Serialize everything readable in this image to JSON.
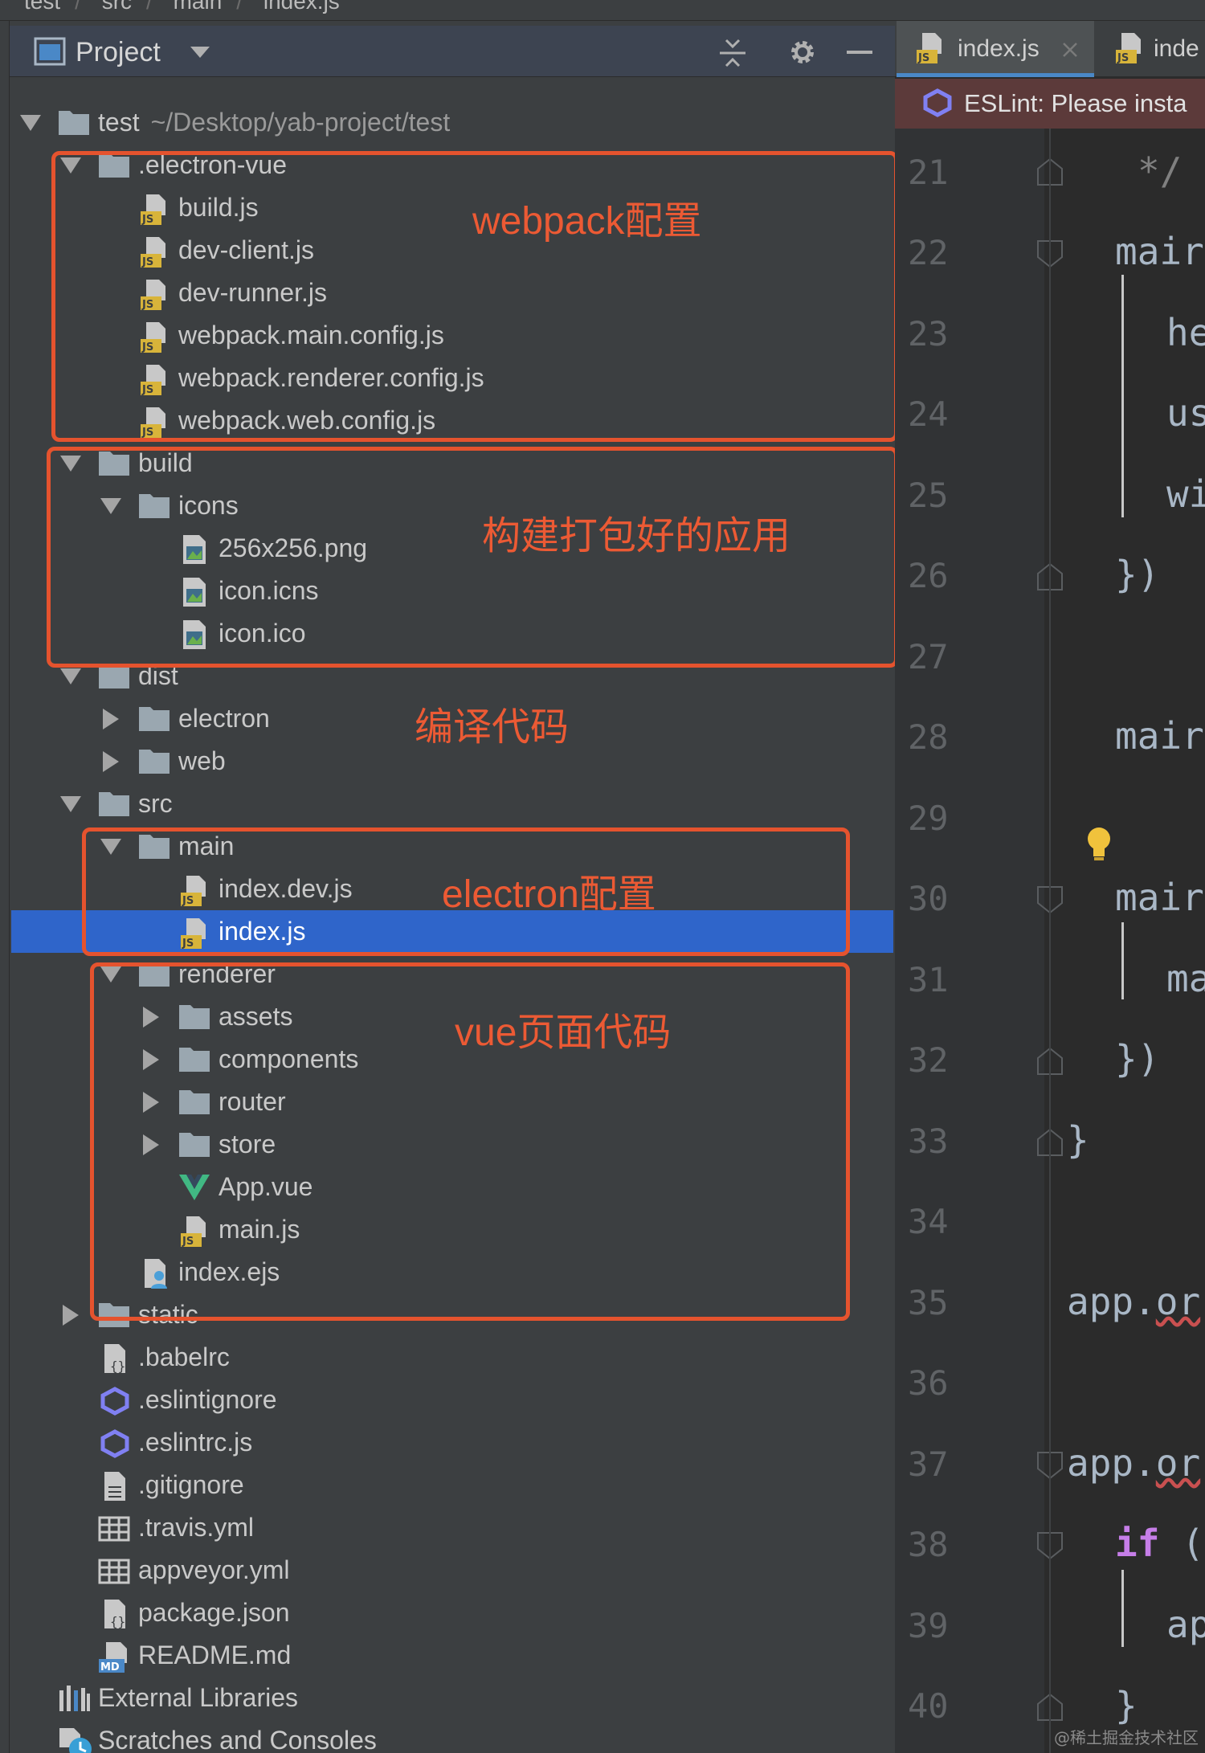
{
  "breadcrumbs": [
    "test",
    "src",
    "main",
    "index.js"
  ],
  "project_panel": {
    "title": "Project"
  },
  "tree": {
    "root": {
      "label": "test",
      "path": "~/Desktop/yab-project/test"
    },
    "electron_vue": {
      "label": ".electron-vue",
      "files": [
        "build.js",
        "dev-client.js",
        "dev-runner.js",
        "webpack.main.config.js",
        "webpack.renderer.config.js",
        "webpack.web.config.js"
      ]
    },
    "build": {
      "label": "build",
      "icons_label": "icons",
      "files": [
        "256x256.png",
        "icon.icns",
        "icon.ico"
      ]
    },
    "dist": {
      "label": "dist",
      "children": [
        "electron",
        "web"
      ]
    },
    "src": {
      "label": "src",
      "main_label": "main",
      "main_files": [
        "index.dev.js",
        "index.js"
      ],
      "renderer_label": "renderer",
      "renderer_folders": [
        "assets",
        "components",
        "router",
        "store"
      ],
      "renderer_files": [
        "App.vue",
        "main.js"
      ],
      "index_ejs": "index.ejs"
    },
    "static_label": "static",
    "root_files": [
      ".babelrc",
      ".eslintignore",
      ".eslintrc.js",
      ".gitignore",
      ".travis.yml",
      "appveyor.yml",
      "package.json",
      "README.md"
    ],
    "external_libraries": "External Libraries",
    "scratches": "Scratches and Consoles"
  },
  "annotations": [
    "webpack配置",
    "构建打包好的应用",
    "编译代码",
    "electron配置",
    "vue页面代码"
  ],
  "editor": {
    "tabs": [
      "index.js",
      "inde"
    ],
    "eslint_banner": "ESLint: Please insta",
    "line_numbers": [
      "21",
      "22",
      "23",
      "24",
      "25",
      "26",
      "27",
      "28",
      "29",
      "30",
      "31",
      "32",
      "33",
      "34",
      "35",
      "36",
      "37",
      "38",
      "39",
      "40"
    ],
    "code": {
      "l21": "*/",
      "l22": "mair",
      "l23": "he",
      "l24": "us",
      "l25": "wi",
      "l26": "})",
      "l28": "mair",
      "l30": "mair",
      "l31": "ma",
      "l32": "})",
      "l33": "}",
      "l35a": "app.",
      "l35b": "or",
      "l37a": "app.",
      "l37b": "or",
      "l38_kw": "if",
      "l38_rest": " (",
      "l39": "ap",
      "l40": "}"
    }
  },
  "watermark": "@稀土掘金技术社区",
  "colors": {
    "selection": "#2f65ca",
    "annotation": "#e5532e",
    "panel": "#3c3f41",
    "editor": "#2b2b2b"
  }
}
